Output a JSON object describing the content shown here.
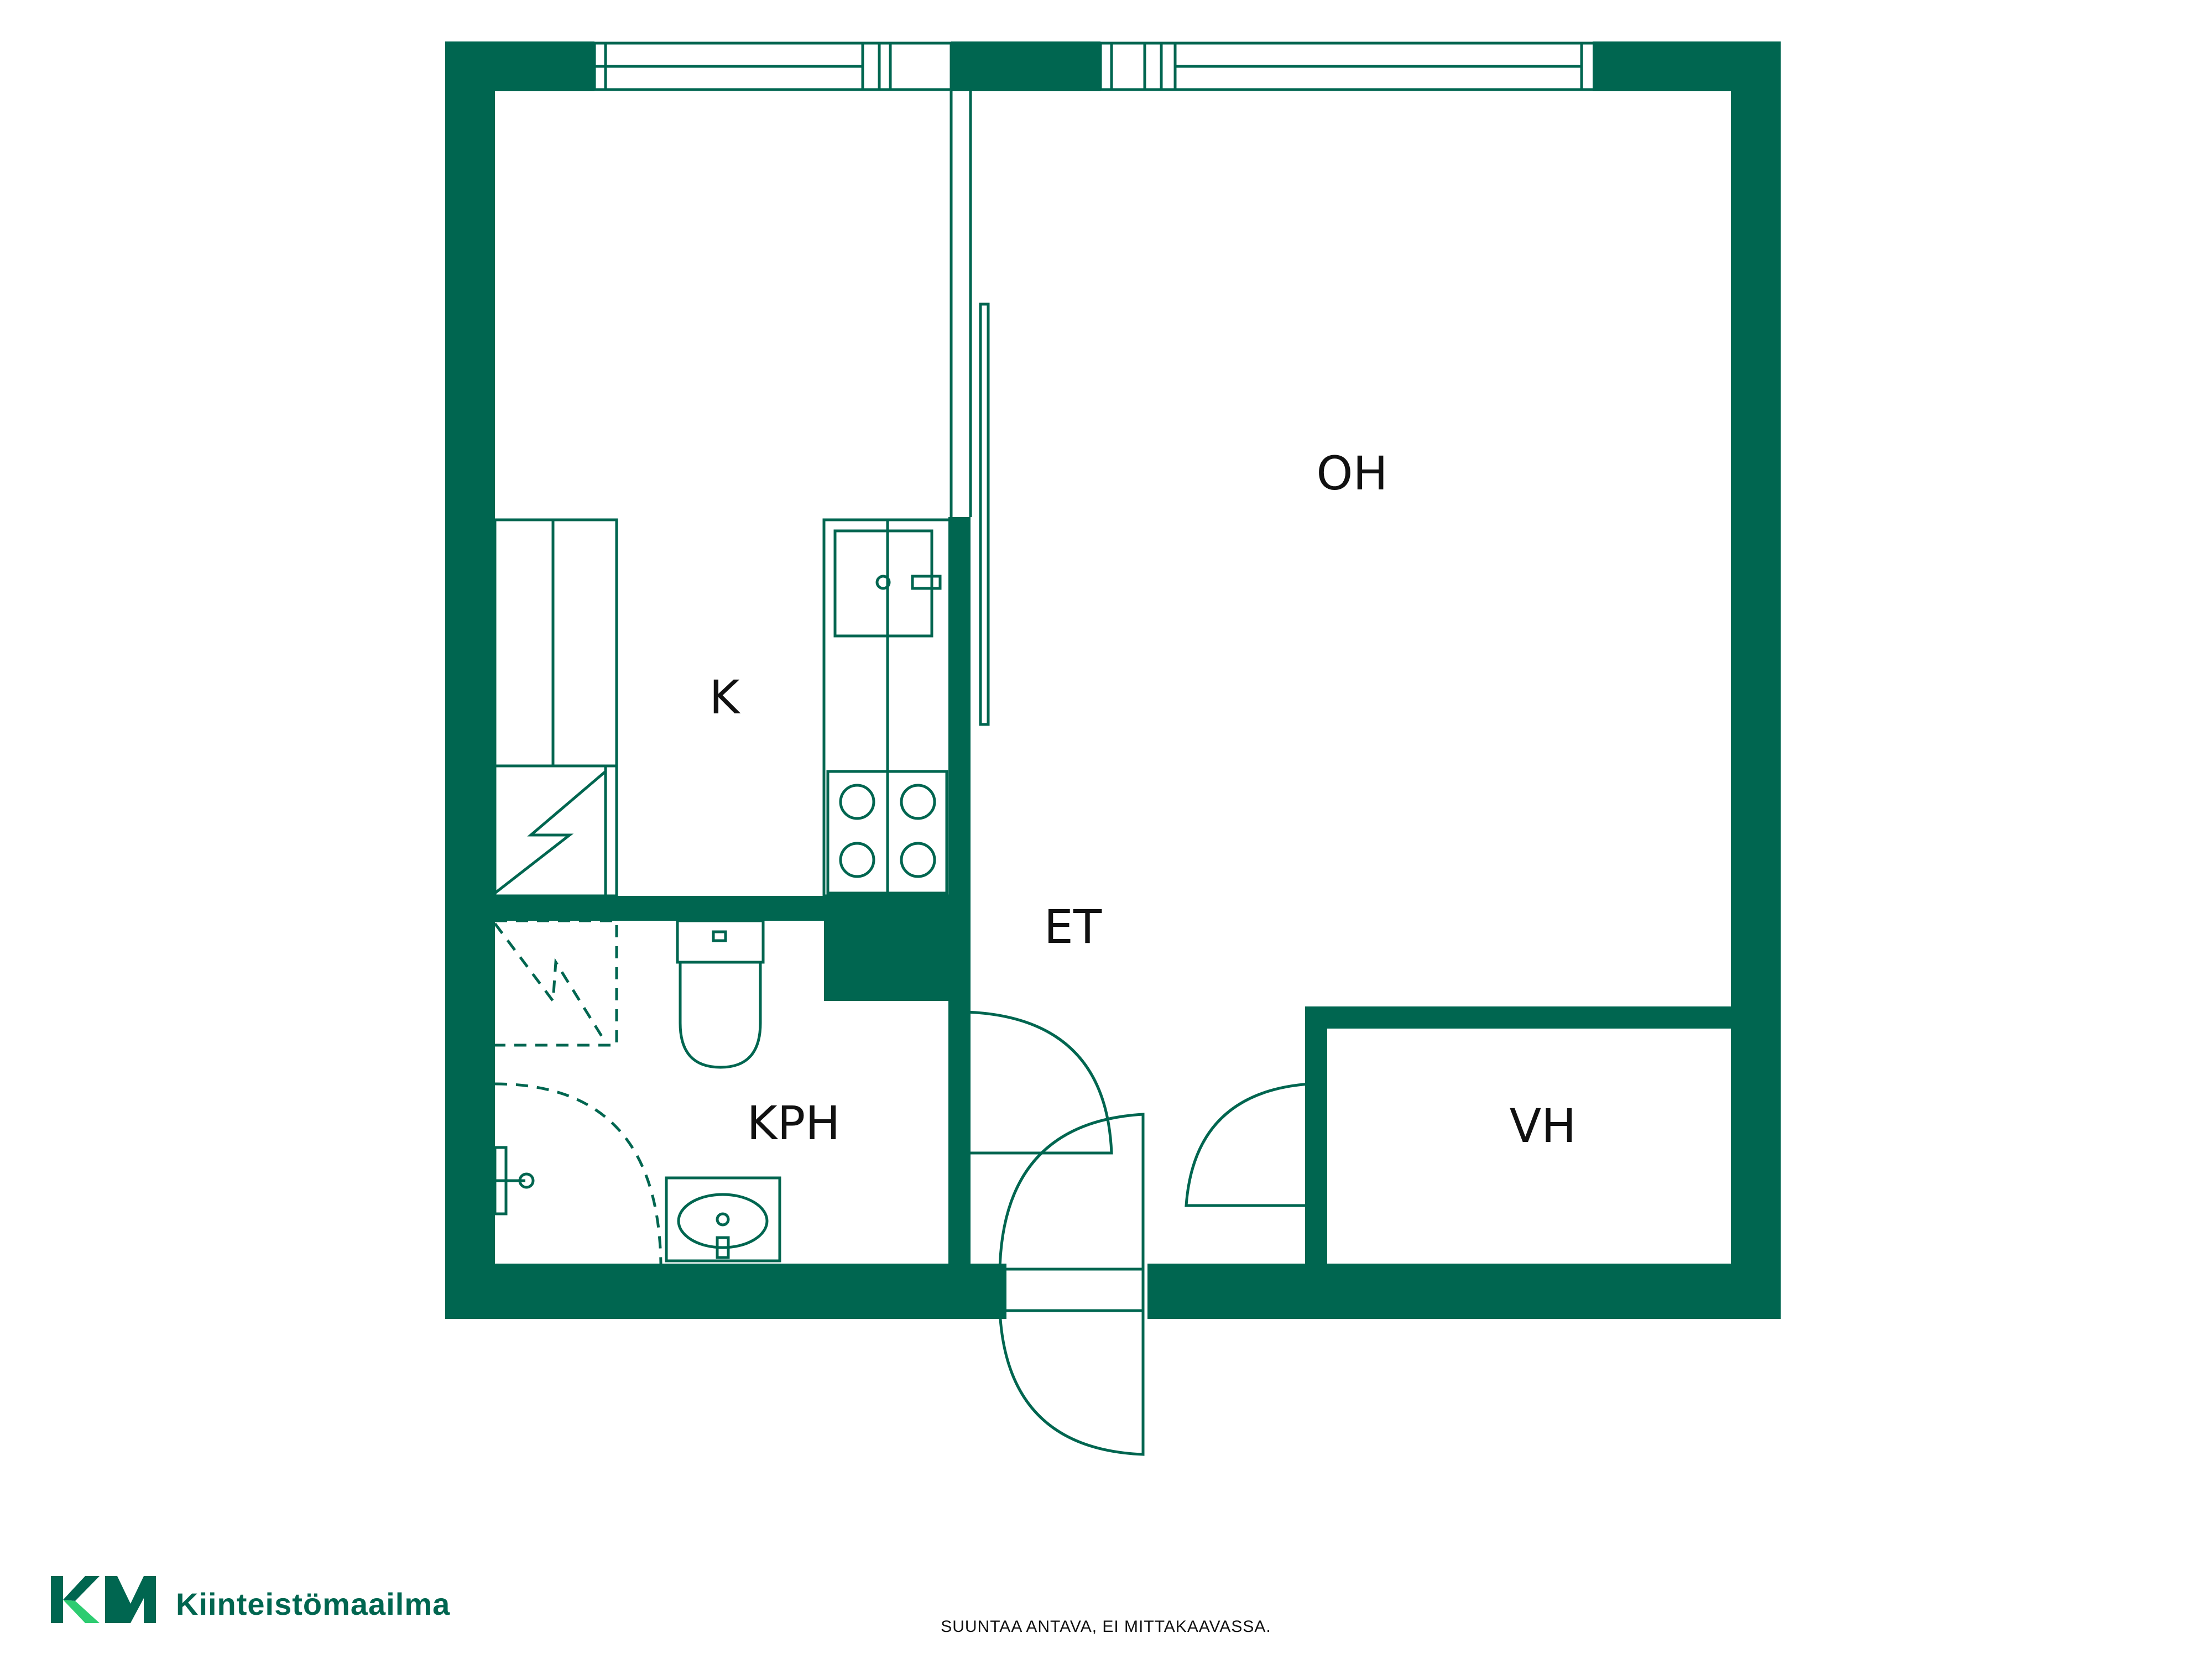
{
  "rooms": {
    "kitchen": "K",
    "living": "OH",
    "entry": "ET",
    "bathroom": "KPH",
    "closet": "VH"
  },
  "footer": {
    "brand": "Kiinteistömaailma",
    "note": "SUUNTAA ANTAVA, EI MITTAKAAVASSA."
  },
  "colors": {
    "wall": "#006650",
    "brand": "#006650",
    "logo_accent": "#2ECC71"
  },
  "icons": [
    "km-logo-icon",
    "sink-icon",
    "stove-icon",
    "toilet-icon",
    "washbasin-icon",
    "shower-faucet-icon"
  ]
}
